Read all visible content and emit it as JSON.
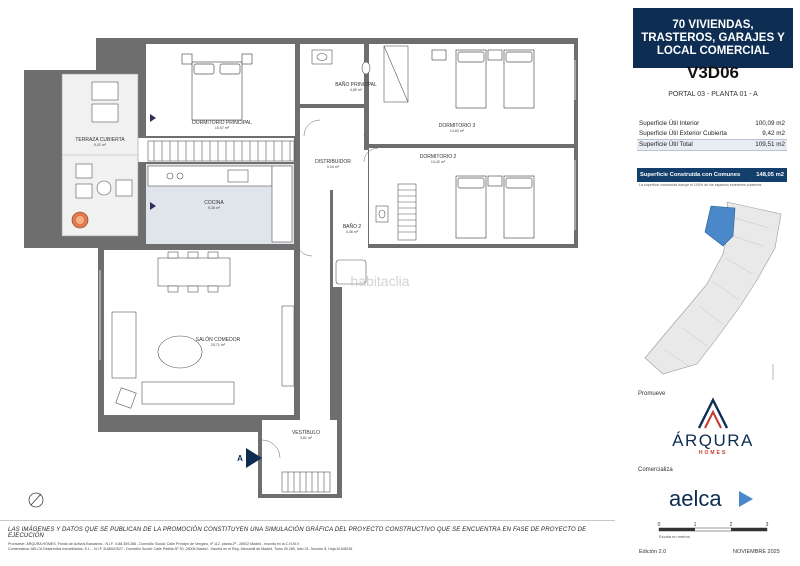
{
  "rooms": {
    "dormitorio_principal": {
      "name": "DORMITORIO PRINCIPAL",
      "area": "15,07 m²"
    },
    "bano_principal": {
      "name": "BAÑO PRINCIPAL",
      "area": "4,89 m²"
    },
    "dormitorio_3": {
      "name": "DORMITORIO 3",
      "area": "14,63 m²"
    },
    "terraza": {
      "name": "TERRAZA CUBIERTA",
      "area": "9,42 m²"
    },
    "distribuidor": {
      "name": "DISTRIBUIDOR",
      "area": "9,04 m²"
    },
    "dormitorio_2": {
      "name": "DORMITORIO 2",
      "area": "13,42 m²"
    },
    "cocina": {
      "name": "COCINA",
      "area": "9,28 m²"
    },
    "bano_2": {
      "name": "BAÑO 2",
      "area": "4,46 m²"
    },
    "salon": {
      "name": "SALÓN COMEDOR",
      "area": "25,71 m²"
    },
    "vestibulo": {
      "name": "VESTÍBULO",
      "area": "3,81 m²"
    }
  },
  "entrance_marker": "A",
  "watermark": "habitaclia",
  "panel": {
    "title_line1": "70 VIVIENDAS,",
    "title_line2": "TRASTEROS, GARAJES Y",
    "title_line3": "LOCAL COMERCIAL",
    "unit_code": "V3D06",
    "portal": "PORTAL 03 - PLANTA 01 - A",
    "areas": [
      {
        "label": "Superficie Útil Interior",
        "value": "100,09 m2"
      },
      {
        "label": "Superficie Útil Exterior Cubierta",
        "value": "9,42 m2"
      },
      {
        "label": "Superficie Útil Total",
        "value": "109,51 m2"
      }
    ],
    "built_label": "Superficie Construida con Comunes",
    "built_value": "148,05 m2",
    "built_note": "La superficie construida incluye el 100% de los espacios exteriores cubiertos",
    "promueve_label": "Promueve",
    "promoter_name": "ÁRQURA",
    "promoter_sub": "HOMES",
    "comercializa_label": "Comercializa",
    "seller_name": "aelca",
    "scale_ticks": [
      "0",
      "1",
      "2",
      "3"
    ],
    "scale_unit": "Escala en metros",
    "edition": "Edición 2.0",
    "date": "NOVIEMBRE 2025"
  },
  "footer": {
    "disclaimer": "LAS IMÁGENES Y DATOS QUE SE PUBLICAN DE LA PROMOCIÓN CONSTITUYEN UNA SIMULACIÓN GRÁFICA DEL PROYECTO CONSTRUCTIVO QUE SE ENCUENTRA EN FASE DE PROYECTO DE EJECUCIÓN",
    "legal1": "Promueve: ÁRQURA HOMES, Fondo de Activos Bancarios - N.I.F. V-88.359.286 - Domicilio Social: Calle Príncipe de Vergara, nº 112, planta 2ª - 28002 Madrid - Inscrita en la C.N.M.V",
    "legal2": "Comercializa: AELCA Desarrollos Inmobiliarios, S.L. - N.I.F. B-86547627 - Domicilio Social: Calle Padilla Nº 30, 28006 Madrid - Inscrita en el Reg. Mercantil de Madrid, Tomo 30.289, folio 24, Sección 8, Hoja M-545161"
  },
  "colors": {
    "wall": "#6e6e6e",
    "floor": "#ffffff",
    "kitchen": "#dfe5ea",
    "navy": "#0d2d52",
    "accent_blue": "#4a88c9",
    "terrace": "#f1f1f1"
  }
}
